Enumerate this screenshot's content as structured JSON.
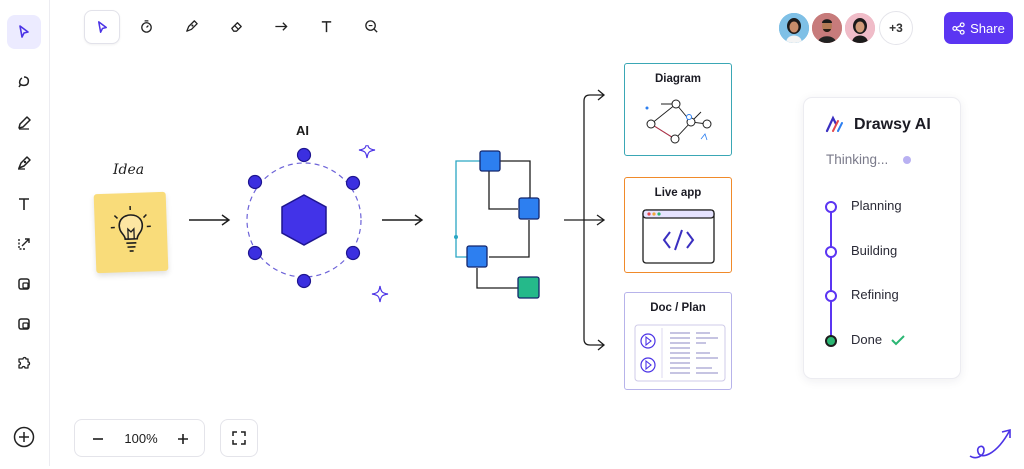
{
  "toolbar": {
    "tools": [
      "select",
      "lasso",
      "pen",
      "eraser",
      "arrow",
      "text",
      "zoom-search"
    ]
  },
  "rail": {
    "tools": [
      "select",
      "shapes",
      "pencil",
      "marker",
      "text",
      "connector",
      "sticky",
      "frame",
      "plugins",
      "add"
    ]
  },
  "collab": {
    "more_count": "+3",
    "share_label": "Share"
  },
  "canvas": {
    "idea_label": "Idea",
    "ai_label": "AI"
  },
  "cards": {
    "diagram": "Diagram",
    "live_app": "Live app",
    "doc_plan": "Doc / Plan"
  },
  "ai_panel": {
    "title": "Drawsy AI",
    "status": "Thinking...",
    "steps": [
      "Planning",
      "Building",
      "Refining",
      "Done"
    ]
  },
  "zoom": {
    "level": "100%"
  },
  "colors": {
    "accent": "#5b35f2",
    "node": "#3b2fe0",
    "blue_node": "#2d7ff0",
    "green_node": "#25b98a",
    "sticky": "#f9dc7a",
    "diagram_border": "#3aa7b5",
    "live_app_border": "#f08a2a",
    "doc_border": "#b7b3ea",
    "done": "#2bb673"
  }
}
